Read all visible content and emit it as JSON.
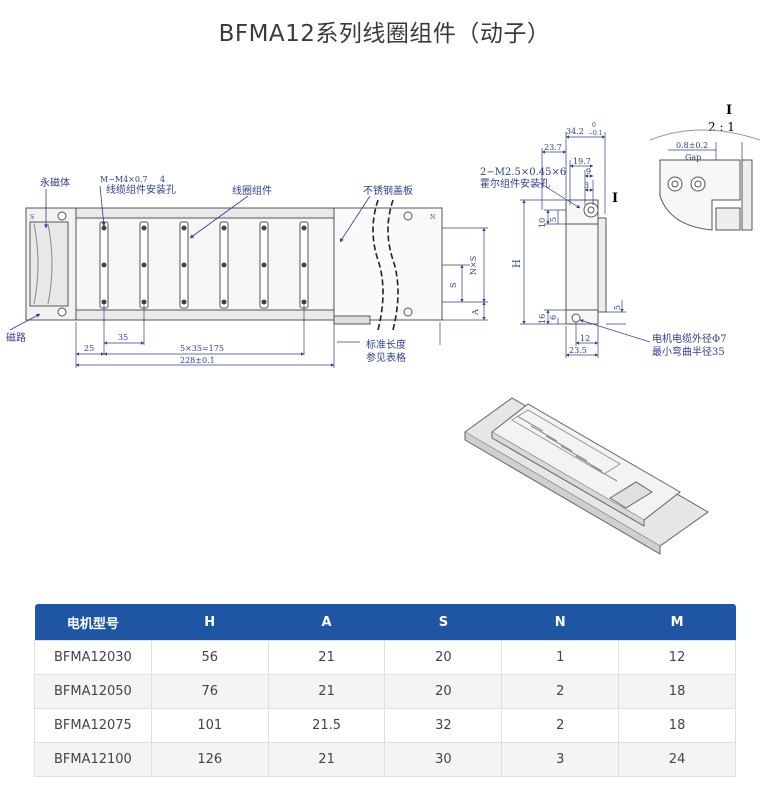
{
  "title": "BFMA12系列线圈组件（动子）",
  "drawing": {
    "labels": {
      "permanent_magnet": "永磁体",
      "hole_spec": "M−M4×0.7",
      "hole_depth": "4",
      "hole_desc": "线缆组件安装孔",
      "coil_assembly": "线圈组件",
      "stainless_cover": "不锈钢盖板",
      "magnetic_path": "磁路",
      "standard_length_1": "标准长度",
      "standard_length_2": "参见表格",
      "hall_hole_spec": "2−M2.5×0.45×6",
      "hall_hole_desc": "霍尔组件安装孔",
      "cable_dia": "电机电缆外径Φ7",
      "bend_radius": "最小弯曲半径35",
      "detail_mark": "I",
      "detail_scale": "2 : 1",
      "gap_value": "0.8±0.2",
      "gap_label": "Gap",
      "section_mark": "I",
      "plate_s": "S",
      "plate_n": "N"
    },
    "dims": {
      "d25": "25",
      "d35": "35",
      "d5x35": "5×35=175",
      "d228": "228±0.1",
      "dNxS": "N×S",
      "dS": "S",
      "dA": "A",
      "dH": "H",
      "d34_2": "34.2",
      "d34_2_tol_up": "0",
      "d34_2_tol_down": "−0.1",
      "d23_7": "23.7",
      "d19_7": "19.7",
      "d9": "9",
      "d3": "3",
      "d10": "10",
      "d5a": "5",
      "d16": "16",
      "d6": "6",
      "d12": "12",
      "d23_5": "23.5",
      "d5b": "5"
    }
  },
  "table": {
    "headers": [
      "电机型号",
      "H",
      "A",
      "S",
      "N",
      "M"
    ],
    "rows": [
      [
        "BFMA12030",
        "56",
        "21",
        "20",
        "1",
        "12"
      ],
      [
        "BFMA12050",
        "76",
        "21",
        "20",
        "2",
        "18"
      ],
      [
        "BFMA12075",
        "101",
        "21.5",
        "32",
        "2",
        "18"
      ],
      [
        "BFMA12100",
        "126",
        "21",
        "30",
        "3",
        "24"
      ]
    ]
  }
}
